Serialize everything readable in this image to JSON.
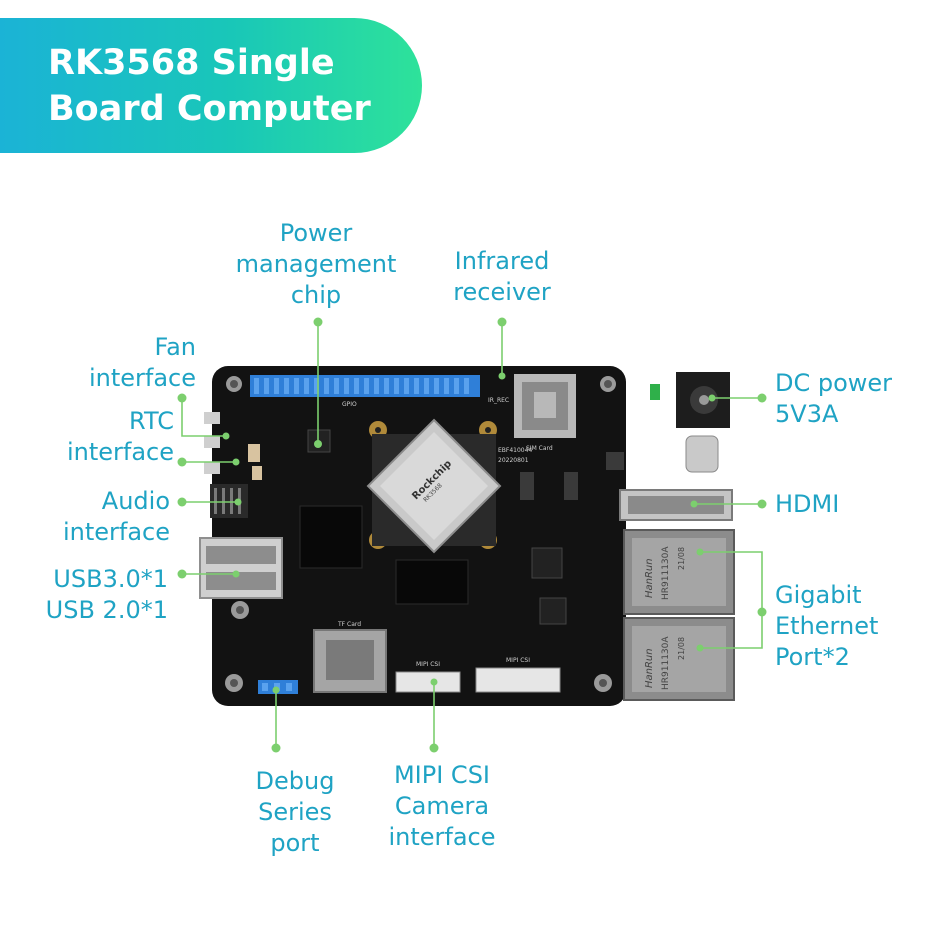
{
  "banner": {
    "title": "RK3568 Single\nBoard Computer"
  },
  "labels": {
    "power_chip": "Power\nmanagement\nchip",
    "infrared": "Infrared\nreceiver",
    "fan": "Fan\ninterface",
    "rtc": "RTC\ninterface",
    "audio": "Audio\ninterface",
    "usb": "USB3.0*1\nUSB 2.0*1",
    "dc_power": "DC power\n5V3A",
    "hdmi": "HDMI",
    "ethernet": "Gigabit\nEthernet\nPort*2",
    "debug": "Debug\nSeries\nport",
    "mipi": "MIPI CSI\nCamera\ninterface"
  },
  "board": {
    "chip_brand": "Rockchip",
    "chip_model": "RK3568",
    "sim_label": "SIM Card",
    "tf_label": "TF Card",
    "mipi_label_1": "MIPI CSI",
    "mipi_label_2": "MIPI CSI",
    "eth_brand": "HanRun",
    "eth_model": "HR911130A",
    "eth_date": "21/08",
    "board_code": "EBF410044",
    "board_date": "20220801",
    "gpio_label": "GPIO",
    "ir_label": "IR_REC"
  },
  "colors": {
    "label": "#1fa3c4",
    "connector_line": "#7ccf6e",
    "banner_start": "#1bb3d6",
    "banner_end": "#2ee29a",
    "pcb": "#121212",
    "gpio_header": "#2f7fd8"
  }
}
